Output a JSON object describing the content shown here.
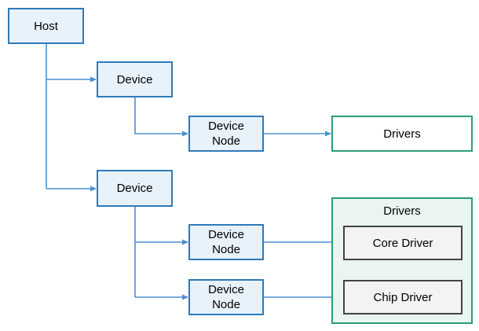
{
  "nodes": {
    "host": "Host",
    "device1": "Device",
    "device_node1": "Device\nNode",
    "drivers1": "Drivers",
    "device2": "Device",
    "device_node2": "Device\nNode",
    "device_node3": "Device\nNode",
    "drivers_group": "Drivers",
    "core_driver": "Core Driver",
    "chip_driver": "Chip Driver"
  },
  "colors": {
    "blue_border": "#2e7ab8",
    "blue_fill": "#e8f2fb",
    "green_border": "#2b9d74",
    "green_group_fill": "#e9f5ee",
    "gray_border": "#444444",
    "gray_fill": "#f3f3f3",
    "connector": "#4a90d2"
  }
}
